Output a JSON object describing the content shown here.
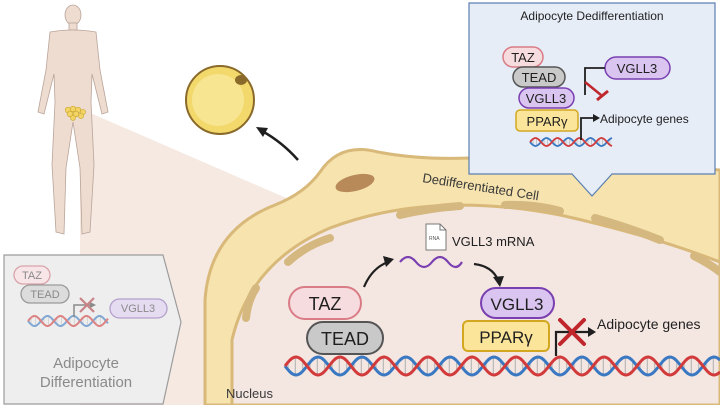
{
  "colors": {
    "cytoplasm": "#f6e3ad",
    "cell_outline": "#d9b97a",
    "nucleus": "#f4e7e2",
    "taz_fill": "#f7dcdf",
    "taz_stroke": "#d97c86",
    "tead_fill": "#c9c9c9",
    "vgll3_fill": "#d9c5f0",
    "vgll3_stroke": "#7a3fb0",
    "ppar_fill": "#fbe59a",
    "ppar_stroke": "#d3a820",
    "inhibit": "#c0272d",
    "dna_blue": "#3a78c2",
    "dna_red": "#d23b3b",
    "inset_fill": "#e6edf7",
    "inset_stroke": "#5b7fb1"
  },
  "inset_top": {
    "title": "Adipocyte Dedifferentiation",
    "taz": "TAZ",
    "tead": "TEAD",
    "vgll3_bound": "VGLL3",
    "vgll3_free": "VGLL3",
    "ppar": "PPARγ",
    "genes": "Adipocyte genes"
  },
  "inset_left": {
    "taz": "TAZ",
    "tead": "TEAD",
    "vgll3": "VGLL3",
    "title_line1": "Adipocyte",
    "title_line2": "Differentiation"
  },
  "main": {
    "cell_label": "Dedifferentiated Cell",
    "nucleus_label": "Nucleus",
    "mrna_label": "VGLL3 mRNA",
    "rna_doc_label": "RNA",
    "taz": "TAZ",
    "tead": "TEAD",
    "vgll3": "VGLL3",
    "ppar": "PPARγ",
    "genes": "Adipocyte genes"
  },
  "icons": [
    "human-body-icon",
    "adipocyte-icon",
    "rna-document-icon",
    "dna-helix-icon",
    "inhibition-icon",
    "blocked-icon"
  ]
}
